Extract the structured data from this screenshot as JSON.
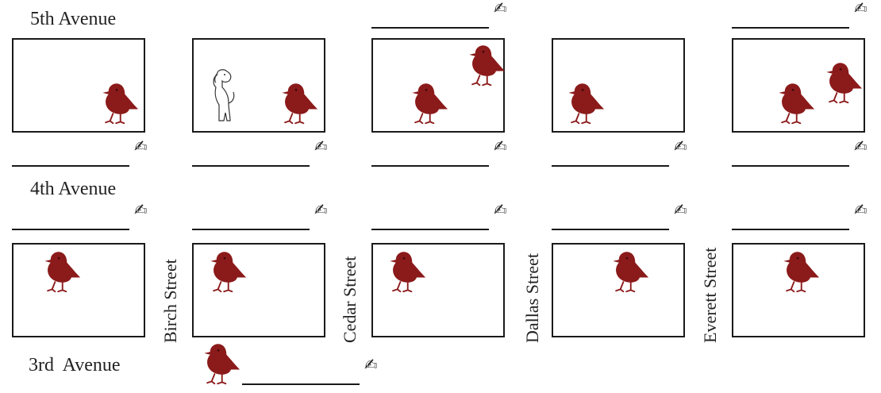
{
  "avenues": {
    "fifth": "5th Avenue",
    "fourth": "4th Avenue",
    "third": "3rd  Avenue"
  },
  "streets": {
    "birch": "Birch Street",
    "cedar": "Cedar Street",
    "dallas": "Dallas Street",
    "everett": "Everett Street"
  },
  "icons": {
    "pen": "✍",
    "bird_color": "#8b1a1a"
  },
  "blocks": {
    "top_row_birds": [
      1,
      1,
      2,
      1,
      2
    ],
    "top_row_dogs": [
      0,
      1,
      0,
      0,
      0
    ],
    "bottom_row_birds": [
      1,
      1,
      1,
      1,
      1
    ]
  }
}
